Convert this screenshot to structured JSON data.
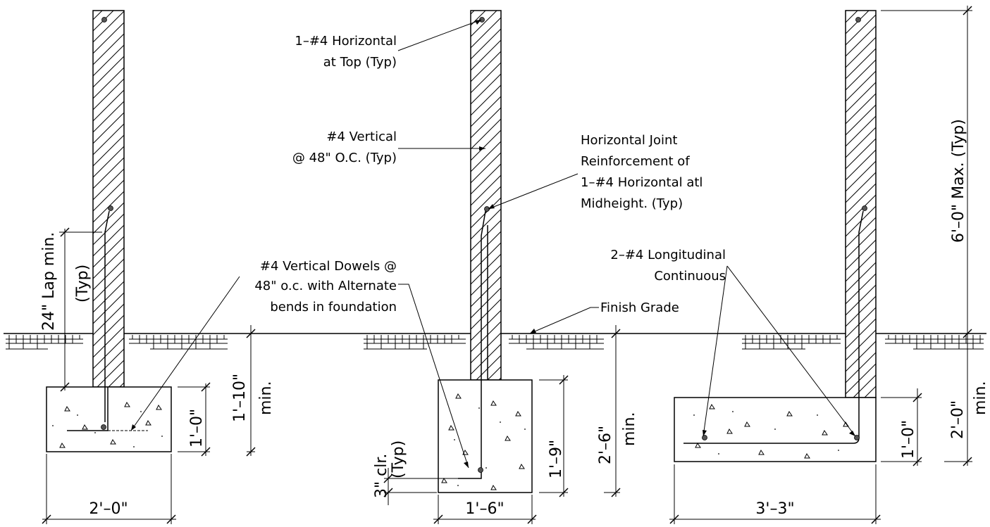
{
  "labels": {
    "top_bar": [
      "1–#4 Horizontal",
      "at Top (Typ)"
    ],
    "vertical": [
      "#4 Vertical",
      "@ 48\" O.C. (Typ)"
    ],
    "joint": [
      "Horizontal Joint",
      "Reinforcement of",
      "1–#4 Horizontal atl",
      "Midheight. (Typ)"
    ],
    "dowels": [
      "#4 Vertical Dowels @",
      "48\" o.c. with Alternate",
      "bends in foundation"
    ],
    "finish_grade": "Finish Grade",
    "longitudinal": [
      "2–#4 Longitudinal",
      "Continuous"
    ]
  },
  "dimensions": {
    "lap": [
      "24\" Lap min.",
      "(Typ)"
    ],
    "f1_width": "2'–0\"",
    "f1_depth": "1'–0\"",
    "f1_embed": [
      "1'–10\"",
      "min."
    ],
    "clear": [
      "3\" clr.",
      "(Typ)"
    ],
    "f2_width": "1'–6\"",
    "f2_depth": "1'–9\"",
    "f2_embed": [
      "2'–6\"",
      "min."
    ],
    "wall_height": "6'–0\" Max. (Typ)",
    "f3_width": "3'–3\"",
    "f3_depth": "1'–0\"",
    "f3_embed": [
      "2'–0\"",
      "min."
    ]
  }
}
